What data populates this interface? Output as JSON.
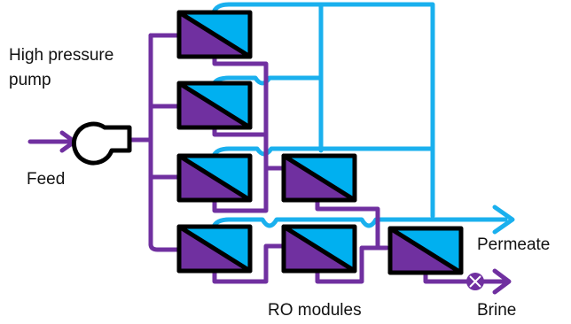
{
  "labels": {
    "pump": [
      "High pressure",
      "pump"
    ],
    "feed": "Feed",
    "modules": "RO modules",
    "permeate": "Permeate",
    "brine": "Brine"
  },
  "colors": {
    "feed_line": "#7030a0",
    "permeate_line": "#1ab0ee",
    "module_feed_side": "#7030a0",
    "module_permeate_side": "#00b0f0",
    "module_border": "#000000",
    "text": "#111111"
  },
  "icons": {
    "pump": "centrifugal-pump-icon",
    "brine_valve": "valve-icon"
  },
  "structure": {
    "stages": [
      {
        "stage": 1,
        "modules": 4
      },
      {
        "stage": 2,
        "modules": 2
      },
      {
        "stage": 3,
        "modules": 1
      }
    ]
  }
}
